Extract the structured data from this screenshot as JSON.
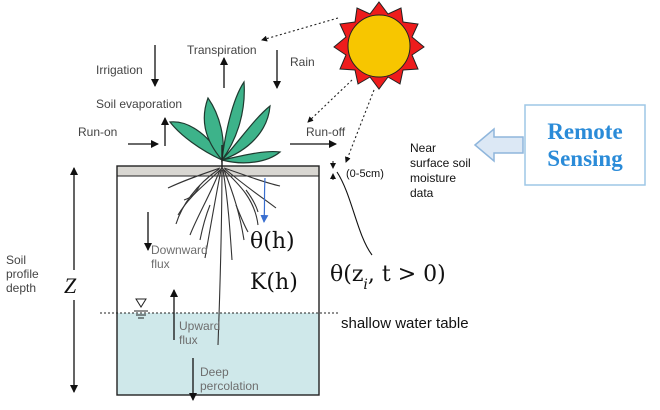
{
  "labels": {
    "irrigation": "Irrigation",
    "transpiration": "Transpiration",
    "rain": "Rain",
    "soil_evaporation": "Soil evaporation",
    "run_on": "Run-on",
    "run_off": "Run-off",
    "depth_range": "(0-5cm)",
    "near_surface": [
      "Near",
      "surface soil",
      "moisture",
      "data"
    ],
    "downward_flux": [
      "Downward",
      "flux"
    ],
    "upward_flux": [
      "Upward",
      "flux"
    ],
    "deep_percolation": [
      "Deep",
      "percolation"
    ],
    "soil_profile_depth": [
      "Soil",
      "profile",
      "depth"
    ],
    "z_symbol": "Z",
    "theta_h": "θ(h)",
    "k_h": "K(h)",
    "theta_zi": "θ(z",
    "theta_zi_sub": "i",
    "theta_zi_rest": ", t > 0)",
    "shallow_water_table": "shallow water table",
    "remote_sensing": [
      "Remote",
      "Sensing"
    ]
  },
  "colors": {
    "water": "#cfe8ea",
    "surface_layer": "#d9d7d2",
    "leaf": "#3db38a",
    "leaf_outline": "#1e3a2f",
    "sun": "#f7c600",
    "sun_flare": "#ee1c1c",
    "rs_text": "#2a8bd8",
    "rs_border": "#9ec7e6",
    "rs_arrow": "#8fb6dc"
  }
}
